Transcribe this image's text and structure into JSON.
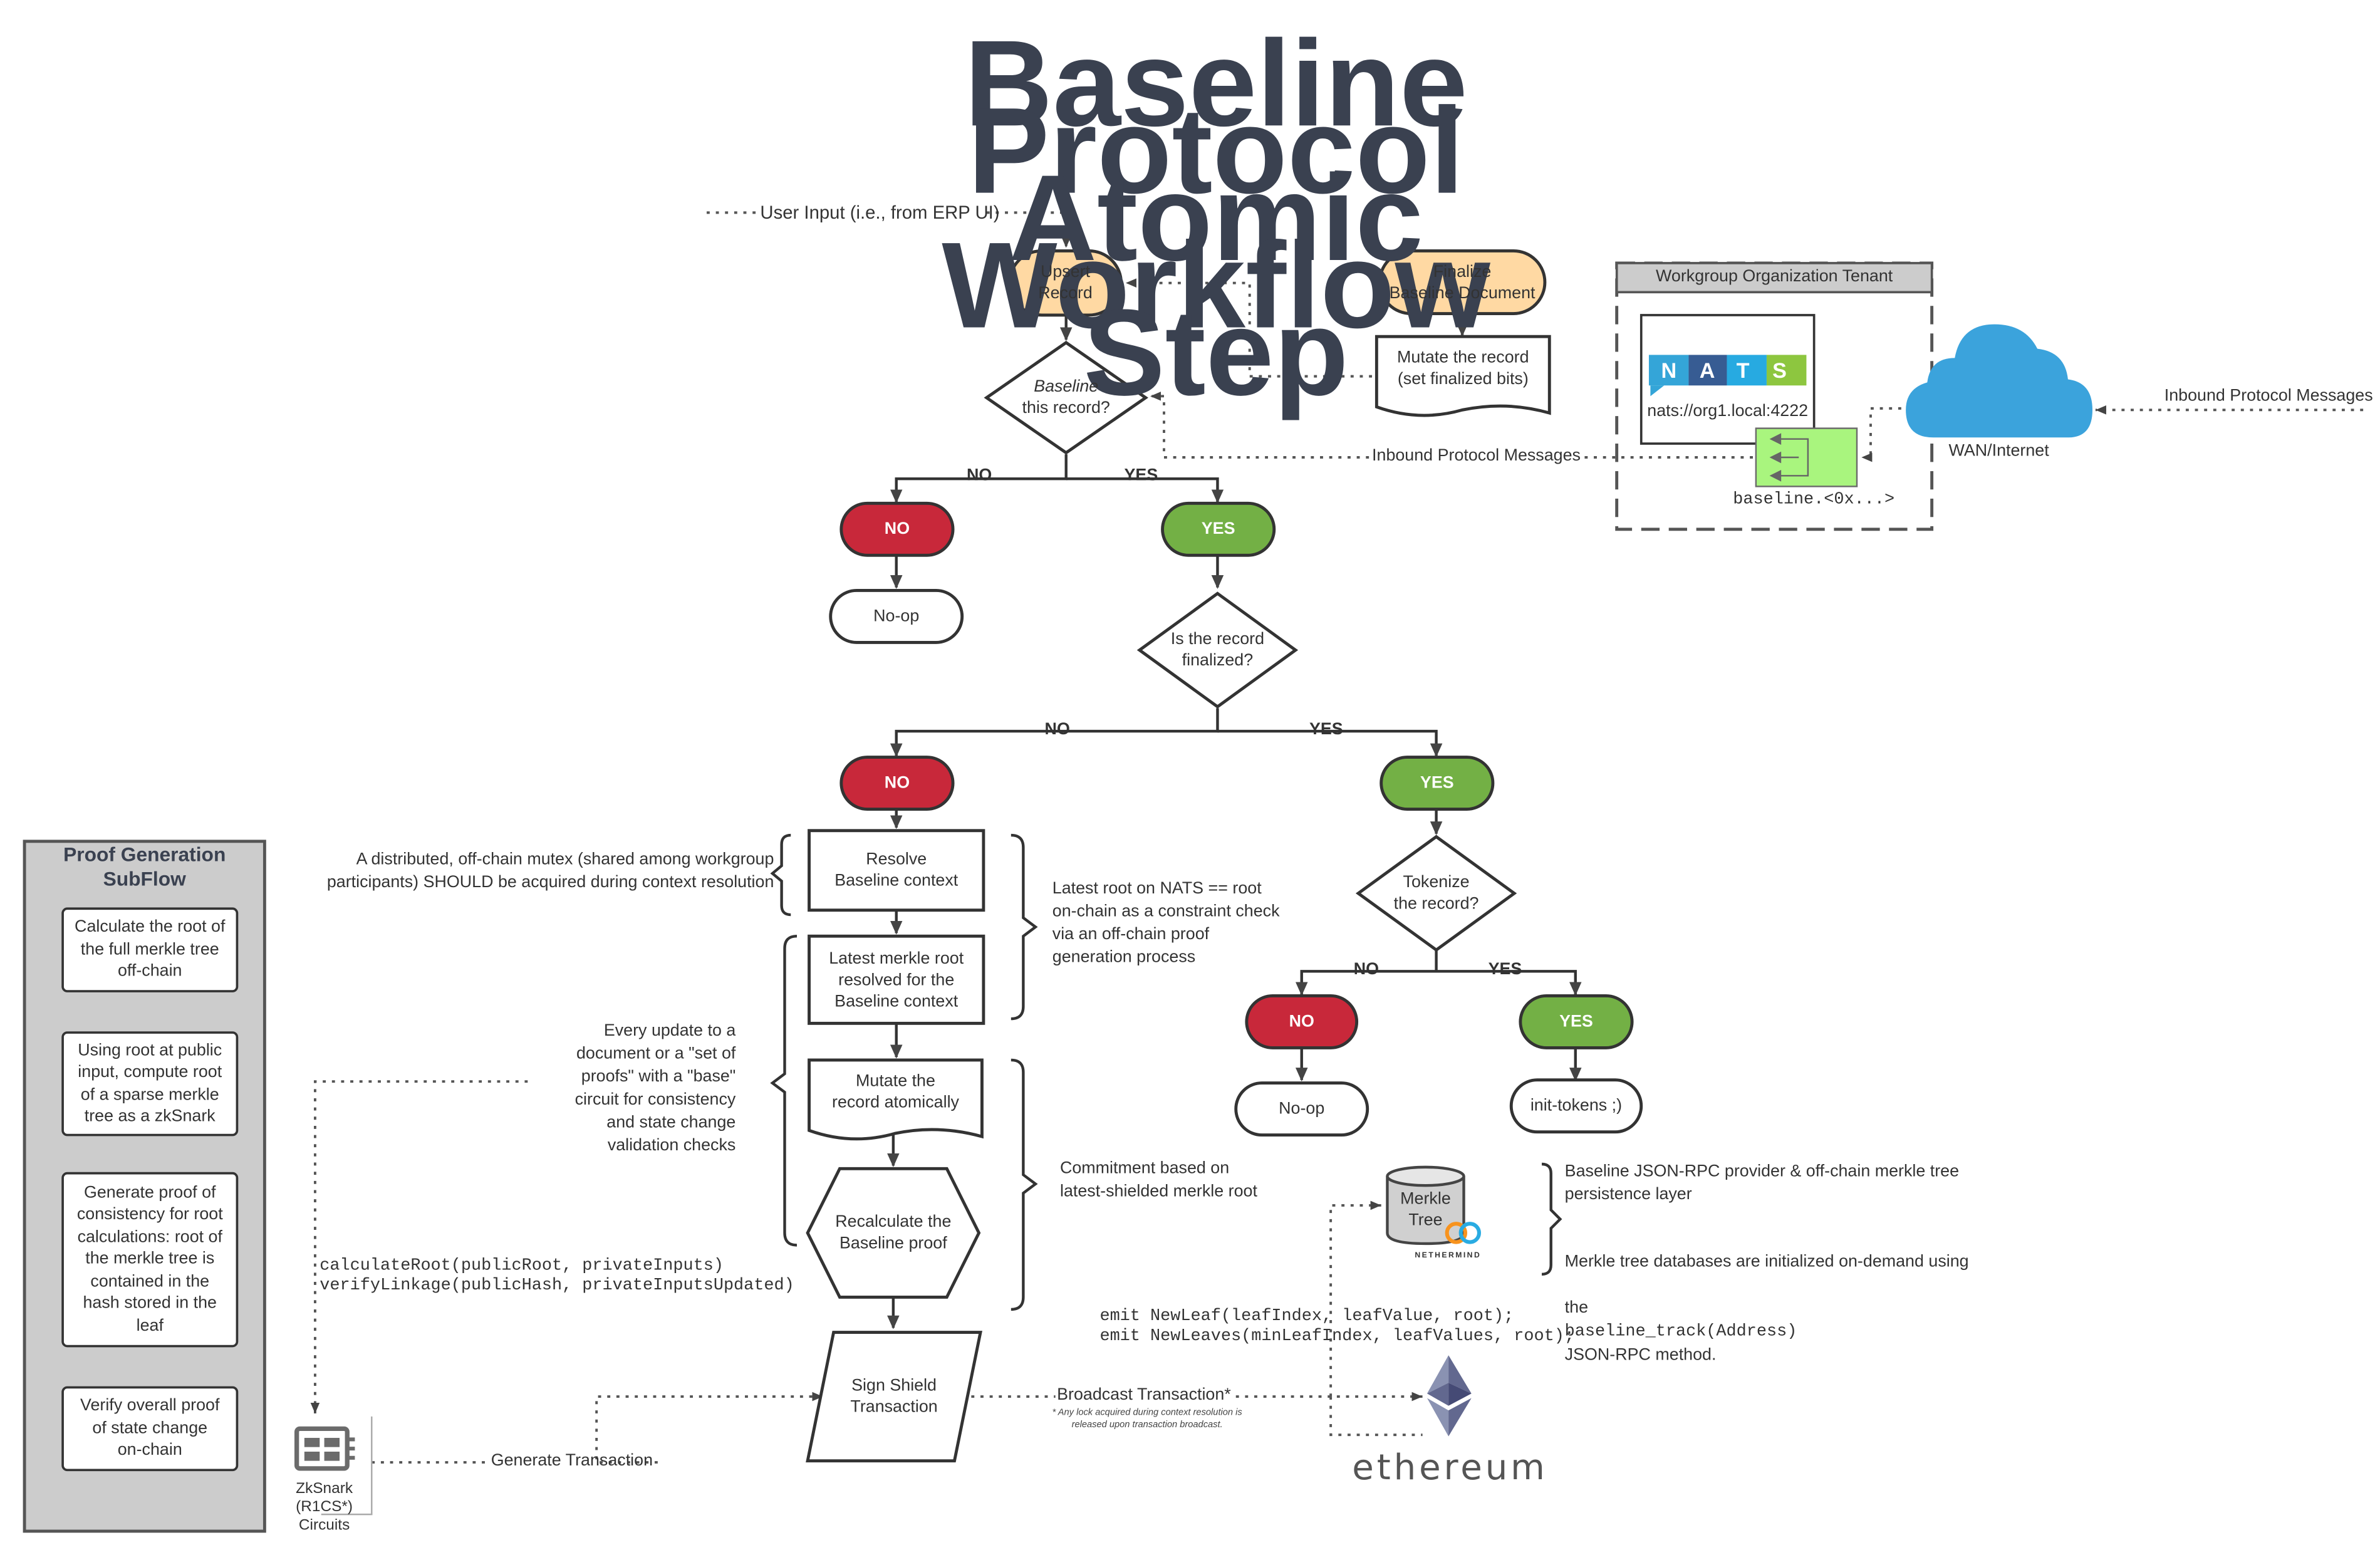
{
  "title": {
    "line1": "Baseline Protocol",
    "line2": "Atomic Workflow Step"
  },
  "flow": {
    "user_input": "User Input (i.e., from ERP UI)",
    "upsert_record": "Upsert\nRecord",
    "finalize_document": "Finalize\nBaseline Document",
    "mutate_finalized": "Mutate the record\n(set finalized bits)",
    "baseline_decision_italic": "Baseline",
    "baseline_decision_rest": "this record?",
    "branch_no_1": "NO",
    "branch_yes_1": "YES",
    "no_badge_1": "NO",
    "yes_badge_1": "YES",
    "noop_1": "No-op",
    "finalized_decision": "Is the record\nfinalized?",
    "branch_no_2": "NO",
    "branch_yes_2": "YES",
    "no_badge_2": "NO",
    "yes_badge_2": "YES",
    "resolve_context": "Resolve\nBaseline context",
    "latest_root": "Latest merkle root\nresolved for the\nBaseline context",
    "mutate_atomic": "Mutate the\nrecord atomically",
    "recalculate_proof": "Recalculate the\nBaseline proof",
    "sign_shield": "Sign Shield\nTransaction",
    "tokenize_decision": "Tokenize\nthe record?",
    "branch_no_3": "NO",
    "branch_yes_3": "YES",
    "no_badge_3": "NO",
    "yes_badge_3": "YES",
    "noop_2": "No-op",
    "init_tokens": "init-tokens ;)"
  },
  "notes": {
    "mutex": "A distributed, off-chain mutex (shared among workgroup\nparticipants) SHOULD be acquired during context resolution",
    "latest_root_nats": "Latest root on NATS == root\non-chain as a constraint check\nvia an off-chain proof\ngeneration process",
    "every_update": "Every update to a\ndocument or a \"set of\nproofs\" with a \"base\"\ncircuit for consistency\nand state change\nvalidation checks",
    "commitment": "Commitment based on\nlatest-shielded merkle root",
    "jsonrpc_provider": "Baseline JSON-RPC provider & off-chain merkle tree\npersistence layer",
    "merkle_init_prefix": "Merkle tree databases are initialized on-demand using",
    "merkle_init_the": "the",
    "merkle_init_code": "baseline_track(Address)",
    "merkle_init_suffix": "JSON-RPC method.",
    "code_calc": "calculateRoot(publicRoot, privateInputs)\nverifyLinkage(publicHash, privateInputsUpdated)",
    "code_emit": "emit NewLeaf(leafIndex, leafValue, root);\nemit NewLeaves(minLeafIndex, leafValues, root);",
    "broadcast": "Broadcast Transaction*",
    "lock_footnote": "* Any lock acquired during context resolution is\nreleased upon transaction broadcast.",
    "generate_tx": "Generate Transaction"
  },
  "tenant": {
    "title": "Workgroup Organization Tenant",
    "nats_logo": "NATS",
    "nats_url": "nats://org1.local:4222",
    "subject": "baseline.<0x...>",
    "inbound_left": "Inbound Protocol Messages",
    "inbound_right": "Inbound Protocol Messages",
    "wan": "WAN/Internet"
  },
  "merkle": {
    "label": "Merkle\nTree",
    "brand": "NETHERMIND"
  },
  "ethereum": {
    "wordmark": "ethereum"
  },
  "zksnark": {
    "label": "ZkSnark\n(R1CS*)\nCircuits"
  },
  "subflow": {
    "title": "Proof Generation\nSubFlow",
    "steps": [
      "Calculate the root of\nthe full merkle tree\noff-chain",
      "Using root at public\ninput, compute root\nof a sparse merkle\ntree as a zkSnark",
      "Generate proof of\nconsistency for root\ncalculations: root of\nthe merkle tree is\ncontained in the\nhash stored in the\nleaf",
      "Verify overall proof\nof state change\non-chain"
    ]
  },
  "colors": {
    "title": "#3a4150",
    "record_fill": "#ffd9a3",
    "no_fill": "#c8283a",
    "yes_fill": "#73b045",
    "cloud": "#3ba3dc",
    "nats_green": "#a9f57e",
    "subflow_bg": "#cccccc",
    "ethereum": "#62688f",
    "stroke": "#333333"
  }
}
